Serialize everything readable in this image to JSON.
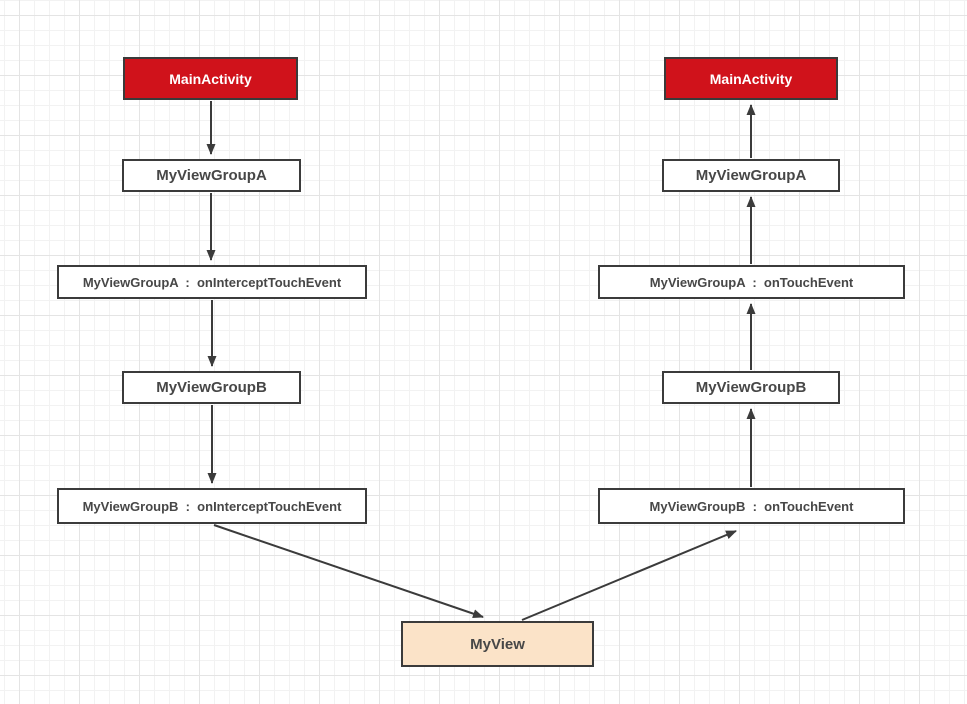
{
  "colors": {
    "activity_fill": "#d0121b",
    "activity_text": "#ffffff",
    "box_fill": "#ffffff",
    "box_border": "#3b3b3b",
    "box_text": "#474747",
    "myview_fill": "#fbe3c8",
    "arrow": "#3b3b3b",
    "grid_minor": "#f2f2f2",
    "grid_major": "#e4e4e4"
  },
  "nodes": {
    "left_main_activity": {
      "label": "MainActivity"
    },
    "left_viewgroup_a": {
      "label": "MyViewGroupA"
    },
    "left_viewgroup_a_intercept": {
      "label": "MyViewGroupA  :  onInterceptTouchEvent"
    },
    "left_viewgroup_b": {
      "label": "MyViewGroupB"
    },
    "left_viewgroup_b_intercept": {
      "label": "MyViewGroupB  :  onInterceptTouchEvent"
    },
    "my_view": {
      "label": "MyView"
    },
    "right_viewgroup_b_touch": {
      "label": "MyViewGroupB  :  onTouchEvent"
    },
    "right_viewgroup_b": {
      "label": "MyViewGroupB"
    },
    "right_viewgroup_a_touch": {
      "label": "MyViewGroupA  :  onTouchEvent"
    },
    "right_viewgroup_a": {
      "label": "MyViewGroupA"
    },
    "right_main_activity": {
      "label": "MainActivity"
    }
  },
  "edges": [
    {
      "from": "MainActivity",
      "to": "MyViewGroupA",
      "side": "left",
      "direction": "down"
    },
    {
      "from": "MyViewGroupA",
      "to": "MyViewGroupA : onInterceptTouchEvent",
      "side": "left",
      "direction": "down"
    },
    {
      "from": "MyViewGroupA : onInterceptTouchEvent",
      "to": "MyViewGroupB",
      "side": "left",
      "direction": "down"
    },
    {
      "from": "MyViewGroupB",
      "to": "MyViewGroupB : onInterceptTouchEvent",
      "side": "left",
      "direction": "down"
    },
    {
      "from": "MyViewGroupB : onInterceptTouchEvent",
      "to": "MyView",
      "side": "left-to-center",
      "direction": "down-right"
    },
    {
      "from": "MyView",
      "to": "MyViewGroupB : onTouchEvent",
      "side": "center-to-right",
      "direction": "up-right"
    },
    {
      "from": "MyViewGroupB : onTouchEvent",
      "to": "MyViewGroupB",
      "side": "right",
      "direction": "up"
    },
    {
      "from": "MyViewGroupB",
      "to": "MyViewGroupA : onTouchEvent",
      "side": "right",
      "direction": "up"
    },
    {
      "from": "MyViewGroupA : onTouchEvent",
      "to": "MyViewGroupA",
      "side": "right",
      "direction": "up"
    },
    {
      "from": "MyViewGroupA",
      "to": "MainActivity",
      "side": "right",
      "direction": "up"
    }
  ]
}
